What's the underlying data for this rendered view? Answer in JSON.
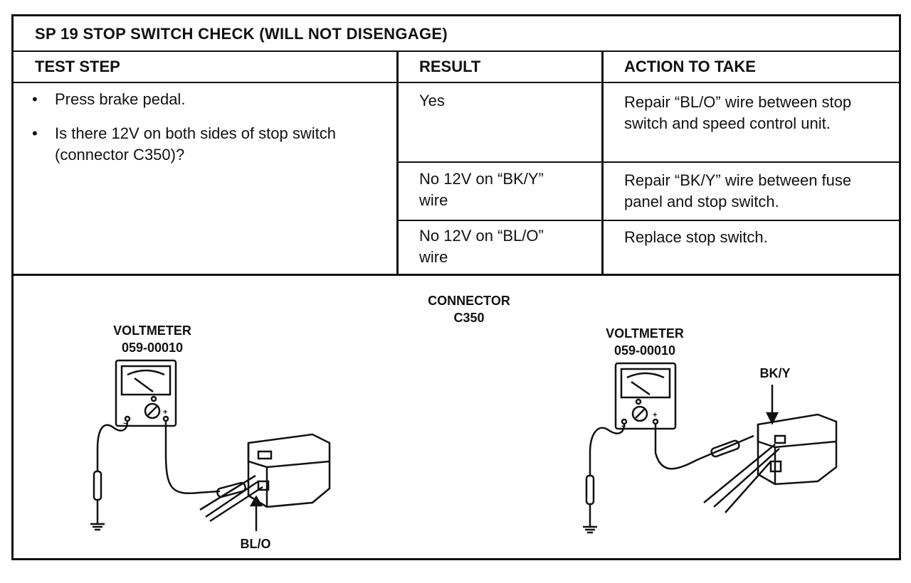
{
  "title": "SP 19   STOP SWITCH CHECK (WILL NOT DISENGAGE)",
  "headers": {
    "test_step": "TEST STEP",
    "result": "RESULT",
    "action": "ACTION TO TAKE"
  },
  "test_steps": [
    "Press brake pedal.",
    "Is there 12V on both sides of stop switch (connector C350)?"
  ],
  "rows": [
    {
      "result": "Yes",
      "action": "Repair “BL/O” wire between stop switch and speed control unit."
    },
    {
      "result": "No 12V on “BK/Y” wire",
      "action": "Repair “BK/Y” wire between fuse panel and stop switch."
    },
    {
      "result": "No 12V on “BL/O” wire",
      "action": "Replace stop switch."
    }
  ],
  "diagram": {
    "connector_label_1": "CONNECTOR",
    "connector_label_2": "C350",
    "left_meter_1": "VOLTMETER",
    "left_meter_2": "059-00010",
    "right_meter_1": "VOLTMETER",
    "right_meter_2": "059-00010",
    "left_wire": "BL/O",
    "right_wire": "BK/Y",
    "minus": "−",
    "plus": "+"
  }
}
